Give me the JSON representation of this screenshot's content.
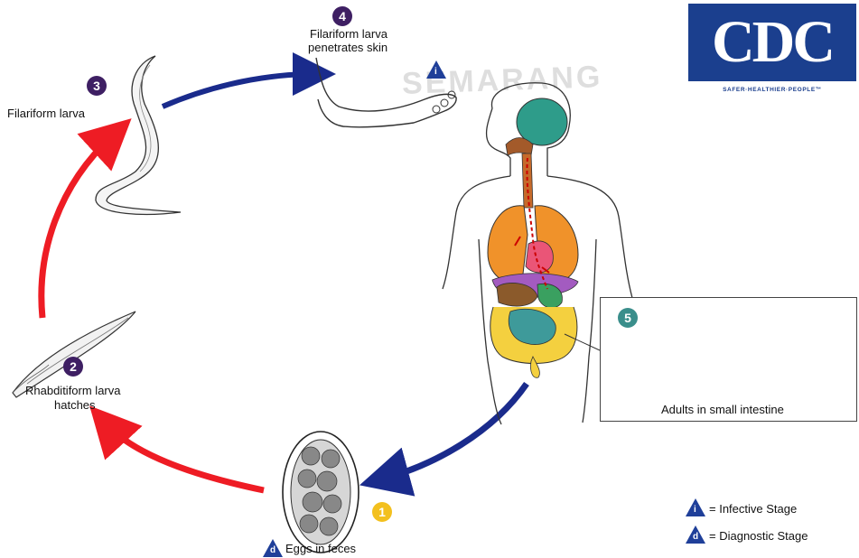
{
  "logo": {
    "text": "CDC",
    "tagline": "SAFER·HEALTHIER·PEOPLE™",
    "color": "#1b3f8e"
  },
  "watermark": "SEMARANG",
  "stages": {
    "s1": {
      "number": "1",
      "label": "Eggs in feces",
      "marker": "d",
      "color": "#f3c01e"
    },
    "s2": {
      "number": "2",
      "label_line1": "Rhabditiform larva",
      "label_line2": "hatches",
      "color": "#3e1f63"
    },
    "s3": {
      "number": "3",
      "label": "Filariform larva",
      "color": "#3e1f63"
    },
    "s4": {
      "number": "4",
      "label_line1": "Filariform larva",
      "label_line2": "penetrates skin",
      "marker": "i",
      "color": "#3e1f63"
    },
    "s5": {
      "number": "5",
      "label": "Adults in small intestine",
      "color": "#3a8e8b"
    }
  },
  "legend": {
    "infective": {
      "marker": "i",
      "text": "= Infective Stage"
    },
    "diagnostic": {
      "marker": "d",
      "text": "= Diagnostic Stage"
    }
  },
  "colors": {
    "red_arrow": "#ee1c24",
    "blue_arrow": "#1a2b8c",
    "marker_blue": "#1f3f99"
  }
}
